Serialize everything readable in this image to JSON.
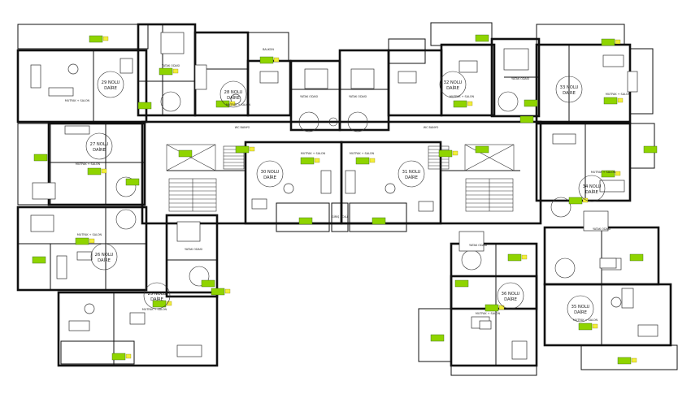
{
  "units": [
    {
      "id": "u29",
      "lines": [
        "29 NOLU",
        "DAİRE"
      ]
    },
    {
      "id": "u28",
      "lines": [
        "28 NOLU",
        "DAİRE"
      ]
    },
    {
      "id": "u27",
      "lines": [
        "27 NOLU",
        "DAİRE"
      ]
    },
    {
      "id": "u26",
      "lines": [
        "26 NOLU",
        "DAİRE"
      ]
    },
    {
      "id": "u25",
      "lines": [
        "25 NOLU",
        "DAİRE"
      ]
    },
    {
      "id": "u30",
      "lines": [
        "30 NOLU",
        "DAİRE"
      ]
    },
    {
      "id": "u31",
      "lines": [
        "31 NOLU",
        "DAİRE"
      ]
    },
    {
      "id": "u32",
      "lines": [
        "32 NOLU",
        "DAİRE"
      ]
    },
    {
      "id": "u33",
      "lines": [
        "33 NOLU",
        "DAİRE"
      ]
    },
    {
      "id": "u34",
      "lines": [
        "34 NOLU",
        "DAİRE"
      ]
    },
    {
      "id": "u35",
      "lines": [
        "35 NOLU",
        "DAİRE"
      ]
    },
    {
      "id": "u36",
      "lines": [
        "36 NOLU",
        "DAİRE"
      ]
    }
  ],
  "room_labels": {
    "mutfak_salon": "MUTFAK + SALON",
    "yatak_odasi": "YATAK ODASI",
    "balkon": "BALKON",
    "wc_banyo": "WC BANYO",
    "giris_holu": "GİRİŞ HOLÜ"
  }
}
